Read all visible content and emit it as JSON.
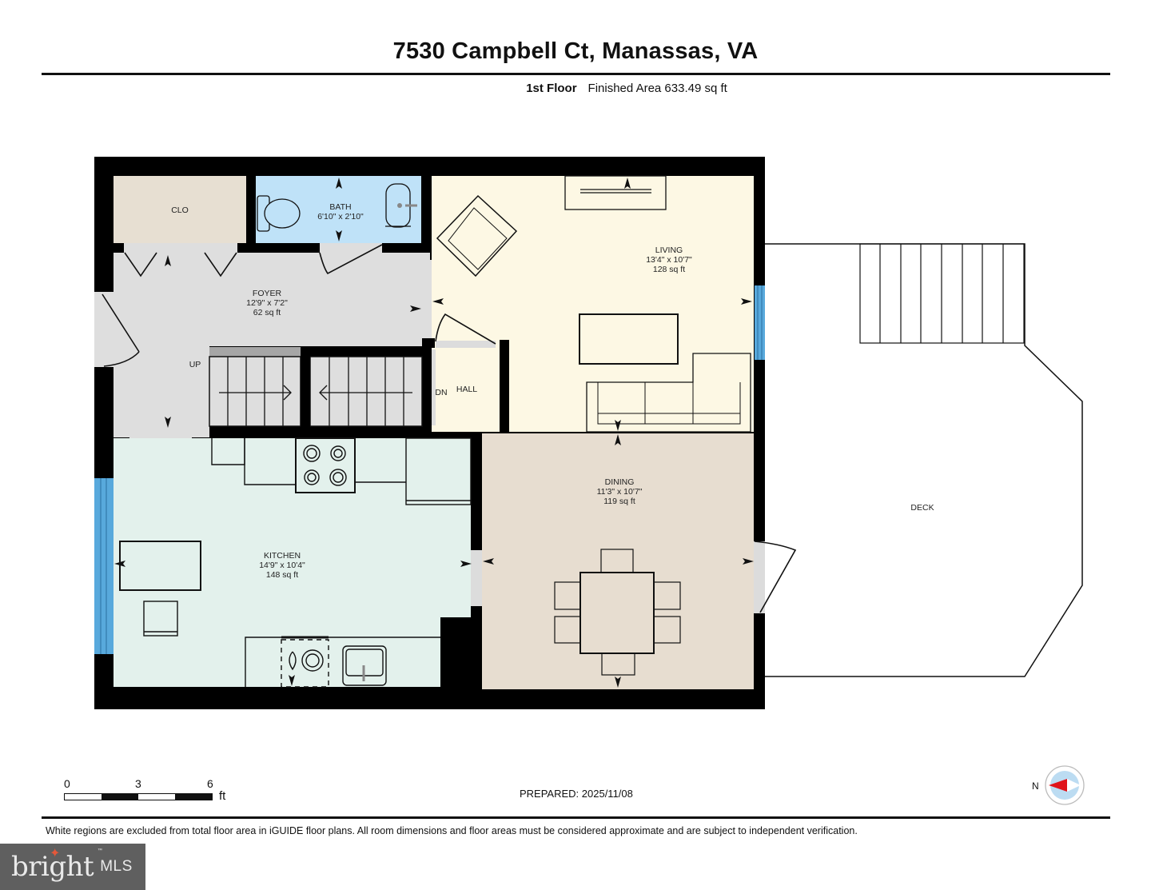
{
  "header": {
    "title": "7530 Campbell Ct, Manassas, VA",
    "floor": "1st Floor",
    "finished_area": "Finished Area 633.49 sq ft"
  },
  "rooms": {
    "clo": {
      "name": "CLO"
    },
    "bath": {
      "name": "BATH",
      "dims": "6'10\" x 2'10\""
    },
    "foyer": {
      "name": "FOYER",
      "dims": "12'9\" x 7'2\"",
      "area": "62 sq ft"
    },
    "living": {
      "name": "LIVING",
      "dims": "13'4\" x 10'7\"",
      "area": "128 sq ft"
    },
    "hall": {
      "name": "HALL"
    },
    "kitchen": {
      "name": "KITCHEN",
      "dims": "14'9\" x 10'4\"",
      "area": "148 sq ft"
    },
    "dining": {
      "name": "DINING",
      "dims": "11'3\" x 10'7\"",
      "area": "119 sq ft"
    },
    "deck": {
      "name": "DECK"
    }
  },
  "stairs": {
    "up_label": "UP",
    "down_label": "DN"
  },
  "colors": {
    "wall": "#000000",
    "clo": "#e7dfd2",
    "bath": "#bfe2f8",
    "foyer": "#dedede",
    "living": "#fdf8e4",
    "kitchen": "#e3f1ec",
    "dining": "#e7ddd0",
    "window": "#58a9dc",
    "compass_red": "#e0141b",
    "compass_blue": "#bcdcf2"
  },
  "scale_bar": {
    "ticks": [
      "0",
      "3",
      "6"
    ],
    "unit": "ft"
  },
  "footer": {
    "prepared": "PREPARED: 2025/11/08",
    "compass_label": "N",
    "disclaimer": "White regions are excluded from total floor area in iGUIDE floor plans. All room dimensions and floor areas must be considered approximate and are subject to independent verification."
  },
  "watermark": {
    "brand": "bright",
    "suffix": "MLS",
    "tm": "™"
  }
}
